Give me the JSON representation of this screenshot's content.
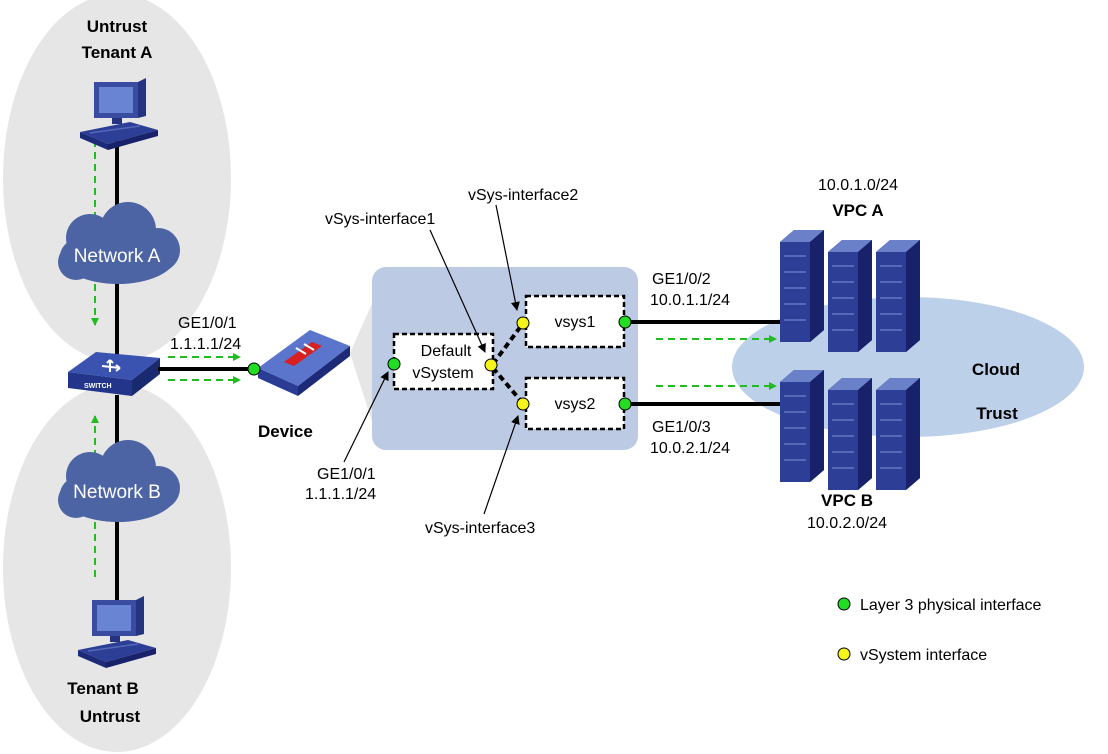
{
  "tenant_a": {
    "zone": "Untrust",
    "name": "Tenant A"
  },
  "tenant_b": {
    "zone": "Untrust",
    "name": "Tenant B"
  },
  "network_a": "Network A",
  "network_b": "Network B",
  "switch_label": "SWITCH",
  "device": {
    "name": "Device",
    "port": "GE1/0/1",
    "ip": "1.1.1.1/24"
  },
  "vsystems": {
    "default_line1": "Default",
    "default_line2": "vSystem",
    "vsys1": "vsys1",
    "vsys2": "vsys2",
    "inner_port": "GE1/0/1",
    "inner_ip": "1.1.1.1/24",
    "callout1": "vSys-interface1",
    "callout2": "vSys-interface2",
    "callout3": "vSys-interface3"
  },
  "links": {
    "ge102": "GE1/0/2",
    "ge102_ip": "10.0.1.1/24",
    "ge103": "GE1/0/3",
    "ge103_ip": "10.0.2.1/24"
  },
  "vpc_a": {
    "subnet": "10.0.1.0/24",
    "name": "VPC A"
  },
  "vpc_b": {
    "name": "VPC B",
    "subnet": "10.0.2.0/24"
  },
  "cloud": {
    "line1": "Cloud",
    "line2": "Trust"
  },
  "legend": {
    "l3_label": "Layer 3 physical interface",
    "vsys_label": "vSystem interface"
  },
  "colors": {
    "zone_gray": "#e6e6e6",
    "vsys_panel": "#bccbe3",
    "cloud_blue": "#4c64a4",
    "trust_blue": "#bdd0ea",
    "server_blue": "#2d3e96",
    "green_port": "#22dd22",
    "yellow_port": "#f5f51a",
    "dashed_green": "#22bb22"
  }
}
